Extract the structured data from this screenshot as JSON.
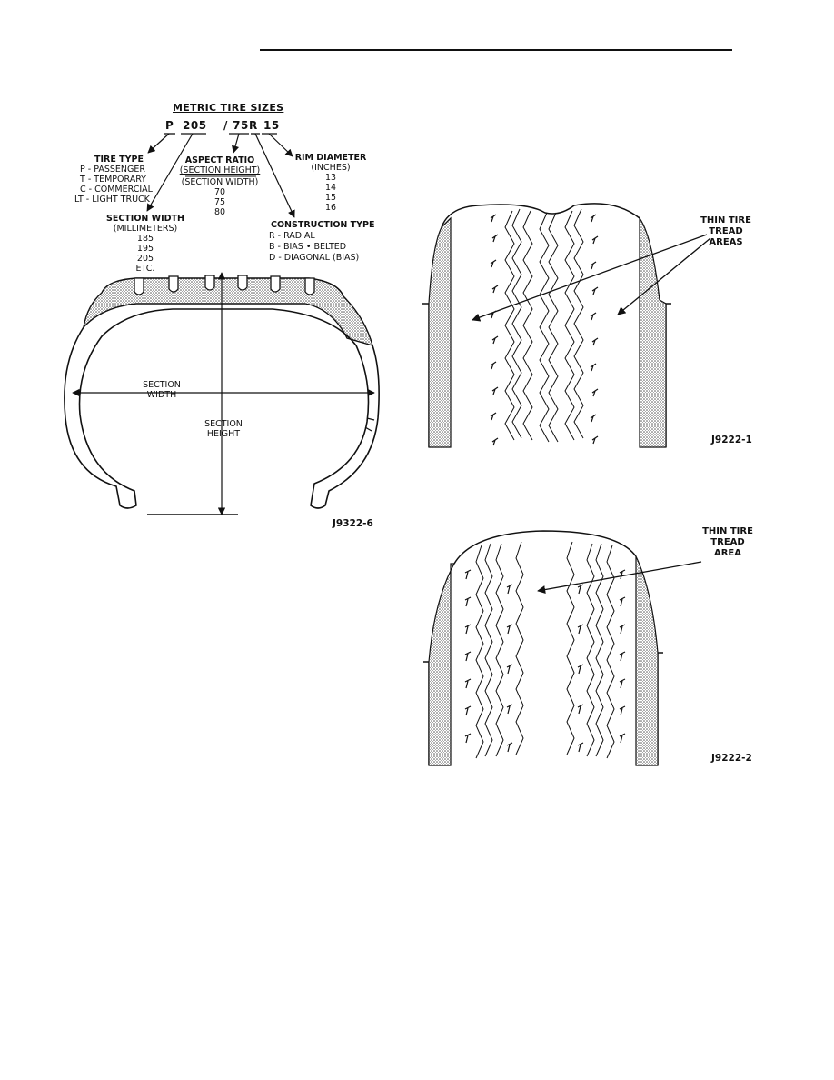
{
  "metric": {
    "title": "METRIC TIRE SIZES",
    "code": {
      "p": "P",
      "width": "205",
      "slash": "/",
      "ratio": "75",
      "r": "R",
      "rim": "15"
    },
    "tire_type": {
      "heading": "TIRE TYPE",
      "items": [
        "P - PASSENGER",
        "T - TEMPORARY",
        "C - COMMERCIAL",
        "LT - LIGHT TRUCK"
      ]
    },
    "aspect_ratio": {
      "heading": "ASPECT RATIO",
      "numerator": "(SECTION HEIGHT)",
      "denominator": "(SECTION WIDTH)",
      "items": [
        "70",
        "75",
        "80"
      ]
    },
    "rim_diameter": {
      "heading": "RIM DIAMETER",
      "unit": "(INCHES)",
      "items": [
        "13",
        "14",
        "15",
        "16"
      ]
    },
    "section_width": {
      "heading": "SECTION WIDTH",
      "unit": "(MILLIMETERS)",
      "items": [
        "185",
        "195",
        "205",
        "ETC."
      ]
    },
    "construction": {
      "heading": "CONSTRUCTION TYPE",
      "items": [
        "R - RADIAL",
        "B - BIAS • BELTED",
        "D - DIAGONAL (BIAS)"
      ]
    },
    "cross_section": {
      "width_label_1": "SECTION",
      "width_label_2": "WIDTH",
      "height_label_1": "SECTION",
      "height_label_2": "HEIGHT"
    },
    "figure_id": "J9322-6"
  },
  "tread1": {
    "label_1": "THIN TIRE",
    "label_2": "TREAD",
    "label_3": "AREAS",
    "figure_id": "J9222-1"
  },
  "tread2": {
    "label_1": "THIN TIRE",
    "label_2": "TREAD",
    "label_3": "AREA",
    "figure_id": "J9222-2"
  }
}
